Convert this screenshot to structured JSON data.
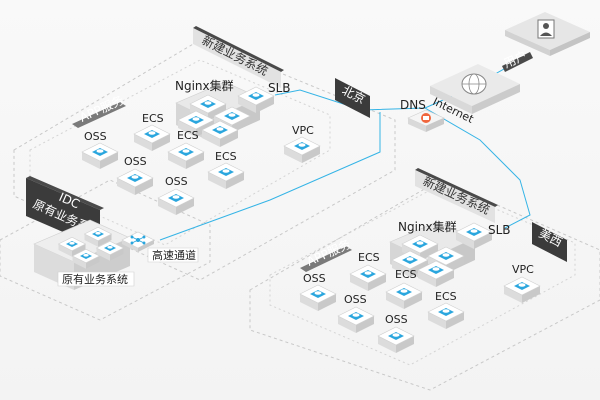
{
  "colors": {
    "link": "#35b4e6",
    "node_blue": "#2aa6de",
    "tag_bg": "#4a4a4a",
    "app_tag_bg": "#7a7a7a",
    "dns_red": "#f0663d"
  },
  "top_block": {
    "title": "新建业务系统",
    "app_tag": "APP服务",
    "nginx": "Nginx集群",
    "slb": "SLB",
    "vpc": "VPC",
    "ecs_1": "ECS",
    "ecs_2": "ECS",
    "ecs_3": "ECS",
    "oss_1": "OSS",
    "oss_2": "OSS",
    "oss_3": "OSS"
  },
  "bottom_block": {
    "title": "新建业务系统",
    "app_tag": "APP服务",
    "nginx": "Nginx集群",
    "slb": "SLB",
    "vpc": "VPC",
    "ecs_1": "ECS",
    "ecs_2": "ECS",
    "ecs_3": "ECS",
    "oss_1": "OSS",
    "oss_2": "OSS",
    "oss_3": "OSS"
  },
  "idc": {
    "title_line1": "IDC",
    "title_line2": "原有业务系统",
    "system_label": "原有业务系统",
    "channel_label": "高速通道"
  },
  "internet": {
    "user_label": "用户",
    "internet_label": "Internet",
    "dns_label": "DNS"
  },
  "regions": {
    "beijing": "北京",
    "usa_west": "美西"
  },
  "icons": {
    "node": "cloud-server-icon",
    "user": "user-avatar-icon",
    "internet": "globe-icon",
    "dns": "dns-icon",
    "channel": "network-hub-icon",
    "slb": "load-balancer-icon"
  }
}
